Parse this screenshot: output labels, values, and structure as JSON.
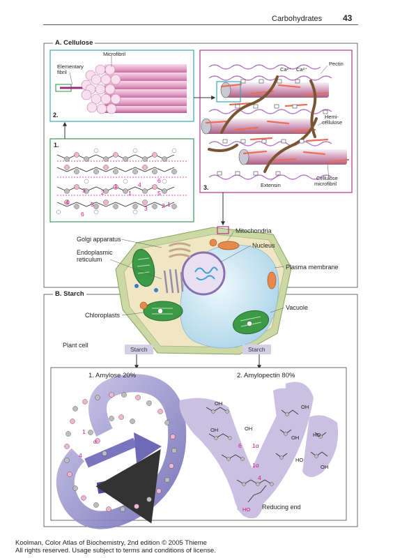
{
  "header": {
    "section": "Carbohydrates",
    "page_number": "43"
  },
  "section_a": {
    "title": "A. Cellulose",
    "panel1": {
      "number": "1.",
      "residue_numbers": [
        "3",
        "2",
        "1",
        "4",
        "6",
        "5",
        "4",
        "5",
        "1",
        "6",
        "3",
        "2",
        "1"
      ]
    },
    "panel2": {
      "number": "2.",
      "microfibril": "Microfibril",
      "elementary_fibril_1": "Elementary",
      "elementary_fibril_2": "fibril"
    },
    "panel3": {
      "number": "3.",
      "pectin": "Pectin",
      "ca_1": "Ca²⁺",
      "ca_2": "Ca²⁺",
      "hemicellulose_1": "Hemi-",
      "hemicellulose_2": "cellulose",
      "extensin": "Extensin",
      "cellulose_microfibril_1": "Cellulose",
      "cellulose_microfibril_2": "microfibril"
    }
  },
  "cell": {
    "golgi": "Golgi apparatus",
    "er_1": "Endoplasmic",
    "er_2": "reticulum",
    "mitochondria": "Mitochondria",
    "nucleus": "Nucleus",
    "plasma_membrane": "Plasma membrane",
    "chloroplasts": "Chloroplasts",
    "vacuole": "Vacuole",
    "plant_cell": "Plant cell"
  },
  "section_b": {
    "title": "B. Starch",
    "starch_left": "Starch",
    "starch_right": "Starch",
    "amylose": "1. Amylose 20%",
    "amylopectin": "2. Amylopectin 80%",
    "amylose_numbers": {
      "n1": "1",
      "alpha": "α",
      "n4": "4"
    },
    "amylopectin_labels": {
      "oh1": "OH",
      "oh2": "OH",
      "oh3": "OH",
      "oh4": "OH",
      "oh5": "OH",
      "oh6": "OH",
      "ho1": "HO",
      "ho2": "HO",
      "ho_end": "HO",
      "n6": "6",
      "n1a": "1α",
      "n1a2": "1α",
      "n4": "4",
      "reducing_end": "Reducing end"
    }
  },
  "footer": {
    "line1": "Koolman, Color Atlas of Biochemistry, 2nd edition © 2005 Thieme",
    "line2": "All rights reserved. Usage subject to terms and conditions of license."
  },
  "colors": {
    "fibril_pink": "#e9a9cf",
    "fibril_dark": "#b24d8e",
    "cell_wall": "#cdd9a5",
    "cytoplasm": "#efe6c4",
    "vacuole": "#cfe6f2",
    "chloroplast_green": "#3c9a46",
    "starch_lavender": "#c9c0e2",
    "panel_teal": "#3aa7b6",
    "panel_green": "#3c9a5a",
    "panel_magenta": "#b2338a",
    "magenta_text": "#d0128a"
  }
}
